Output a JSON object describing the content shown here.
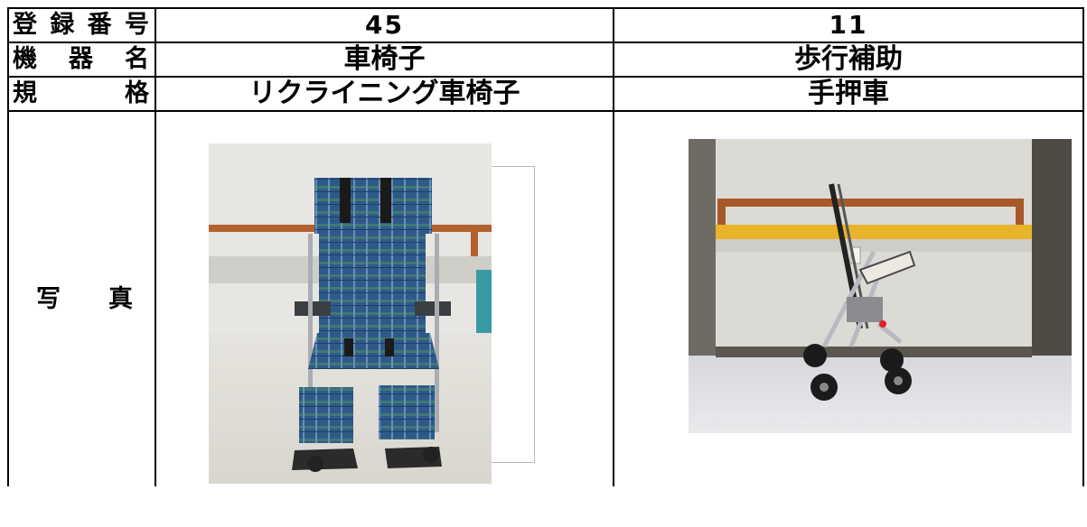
{
  "table": {
    "rows": {
      "registration_number": {
        "label_chars": [
          "登",
          "録",
          "番",
          "号"
        ],
        "values": [
          "45",
          "11"
        ]
      },
      "equipment_name": {
        "label_chars": [
          "機",
          "器",
          "名"
        ],
        "values": [
          "車椅子",
          "歩行補助"
        ]
      },
      "specification": {
        "label_chars": [
          "規",
          "格"
        ],
        "values": [
          "リクライニング車椅子",
          "手押車"
        ]
      },
      "photo": {
        "label_chars": [
          "写",
          "真"
        ],
        "photos": [
          "reclining-wheelchair-photo",
          "walker-cart-photo"
        ]
      }
    }
  }
}
